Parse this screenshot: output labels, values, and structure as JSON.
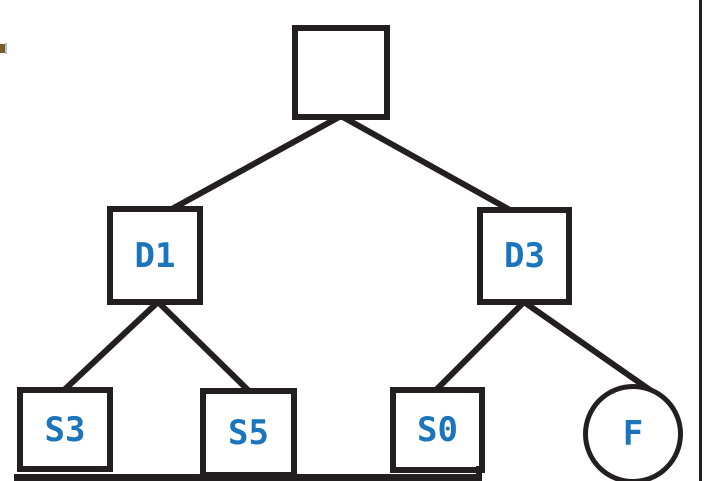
{
  "window": {
    "background": "#ffffff"
  },
  "colors": {
    "stroke": "#231f20",
    "node_label_blue": "#1b75bc",
    "left_artifact_brown": "#7a5c20",
    "left_artifact_blue": "#a9c6de"
  },
  "diagram": {
    "type": "tree",
    "nodes": [
      {
        "id": "root",
        "label": "",
        "shape": "square"
      },
      {
        "id": "D1",
        "label": "D1",
        "shape": "square"
      },
      {
        "id": "D3",
        "label": "D3",
        "shape": "square"
      },
      {
        "id": "S3",
        "label": "S3",
        "shape": "square"
      },
      {
        "id": "S5",
        "label": "S5",
        "shape": "square"
      },
      {
        "id": "S0",
        "label": "S0",
        "shape": "square"
      },
      {
        "id": "F",
        "label": "F",
        "shape": "circle"
      }
    ],
    "edges": [
      {
        "from": "root",
        "to": "D1"
      },
      {
        "from": "root",
        "to": "D3"
      },
      {
        "from": "D1",
        "to": "S3"
      },
      {
        "from": "D1",
        "to": "S5"
      },
      {
        "from": "D3",
        "to": "S0"
      },
      {
        "from": "D3",
        "to": "F"
      }
    ]
  }
}
